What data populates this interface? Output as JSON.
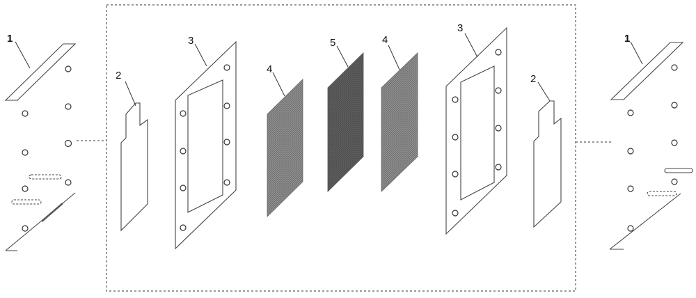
{
  "diagram": {
    "labels": {
      "end_plate_left": "1",
      "electrode_left": "2",
      "gasket_left": "3",
      "membrane_left": "4",
      "center_layer": "5",
      "membrane_right": "4",
      "gasket_right": "3",
      "electrode_right": "2",
      "end_plate_right": "1"
    },
    "colors": {
      "line": "#444444",
      "mesh_light": "#8a8a8a",
      "mesh_dark": "#5a5a5a",
      "frame": "#555555"
    }
  }
}
